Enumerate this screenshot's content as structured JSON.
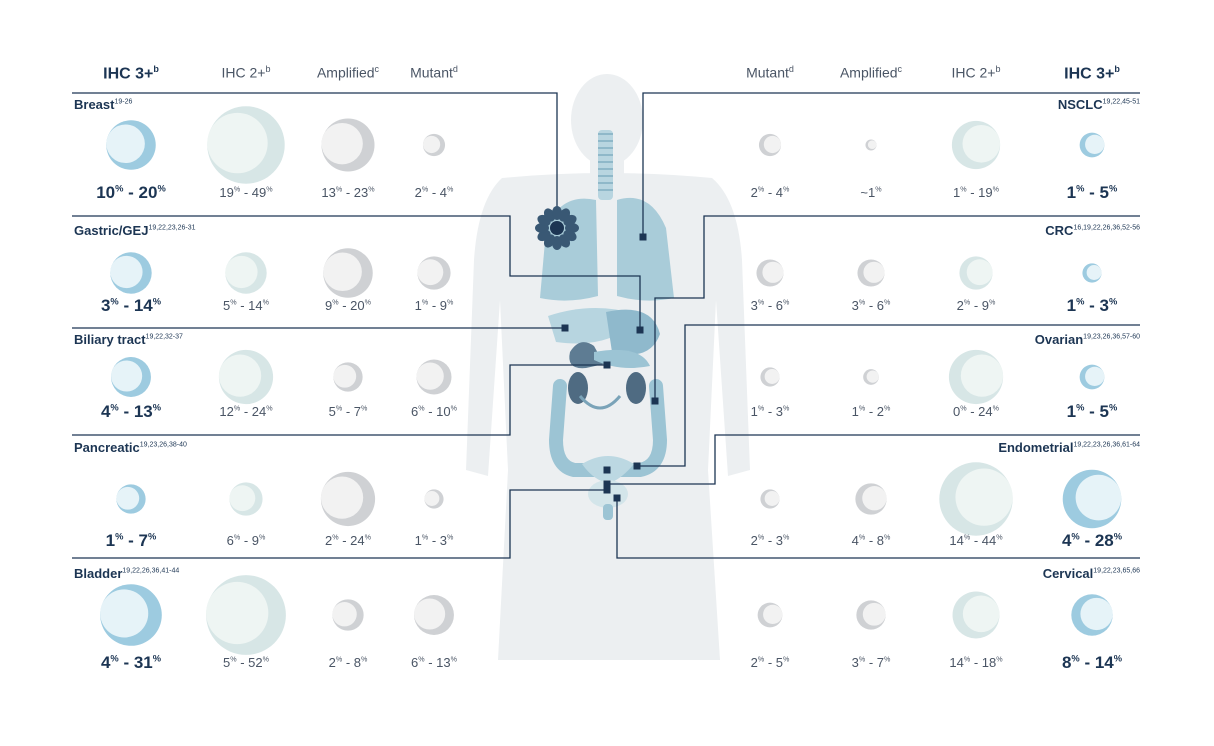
{
  "left": {
    "headers": [
      {
        "label": "IHC 3+",
        "sup": "b"
      },
      {
        "label": "IHC 2+",
        "sup": "b"
      },
      {
        "label": "Amplified",
        "sup": "c"
      },
      {
        "label": "Mutant",
        "sup": "d"
      }
    ],
    "rows": [
      {
        "name": "Breast",
        "refs": "19-26",
        "ranges": [
          [
            "10",
            "20"
          ],
          [
            "19",
            "49"
          ],
          [
            "13",
            "23"
          ],
          [
            "2",
            "4"
          ]
        ]
      },
      {
        "name": "Gastric/GEJ",
        "refs": "19,22,23,26-31",
        "ranges": [
          [
            "3",
            "14"
          ],
          [
            "5",
            "14"
          ],
          [
            "9",
            "20"
          ],
          [
            "1",
            "9"
          ]
        ]
      },
      {
        "name": "Biliary tract",
        "refs": "19,22,32-37",
        "ranges": [
          [
            "4",
            "13"
          ],
          [
            "12",
            "24"
          ],
          [
            "5",
            "7"
          ],
          [
            "6",
            "10"
          ]
        ]
      },
      {
        "name": "Pancreatic",
        "refs": "19,23,26,38-40",
        "ranges": [
          [
            "1",
            "7"
          ],
          [
            "6",
            "9"
          ],
          [
            "2",
            "24"
          ],
          [
            "1",
            "3"
          ]
        ]
      },
      {
        "name": "Bladder",
        "refs": "19,22,26,36,41-44",
        "ranges": [
          [
            "4",
            "31"
          ],
          [
            "5",
            "52"
          ],
          [
            "2",
            "8"
          ],
          [
            "6",
            "13"
          ]
        ]
      }
    ]
  },
  "right": {
    "headers": [
      {
        "label": "Mutant",
        "sup": "d"
      },
      {
        "label": "Amplified",
        "sup": "c"
      },
      {
        "label": "IHC 2+",
        "sup": "b"
      },
      {
        "label": "IHC 3+",
        "sup": "b"
      }
    ],
    "rows": [
      {
        "name": "NSCLC",
        "refs": "19,22,45-51",
        "ranges": [
          [
            "2",
            "4"
          ],
          [
            "~1",
            ""
          ],
          [
            "1",
            "19"
          ],
          [
            "1",
            "5"
          ]
        ]
      },
      {
        "name": "CRC",
        "refs": "16,19,22,26,36,52-56",
        "ranges": [
          [
            "3",
            "6"
          ],
          [
            "3",
            "6"
          ],
          [
            "2",
            "9"
          ],
          [
            "1",
            "3"
          ]
        ]
      },
      {
        "name": "Ovarian",
        "refs": "19,23,26,36,57-60",
        "ranges": [
          [
            "1",
            "3"
          ],
          [
            "1",
            "2"
          ],
          [
            "0",
            "24"
          ],
          [
            "1",
            "5"
          ]
        ]
      },
      {
        "name": "Endometrial",
        "refs": "19,22,23,26,36,61-64",
        "ranges": [
          [
            "2",
            "3"
          ],
          [
            "4",
            "8"
          ],
          [
            "14",
            "44"
          ],
          [
            "4",
            "28"
          ]
        ]
      },
      {
        "name": "Cervical",
        "refs": "19,22,23,65,66",
        "ranges": [
          [
            "2",
            "5"
          ],
          [
            "3",
            "7"
          ],
          [
            "14",
            "18"
          ],
          [
            "8",
            "14"
          ]
        ]
      }
    ]
  },
  "percent_symbol": "%",
  "colors": {
    "ihc3": "#9dcbe0",
    "ihc2": "#d7e6e6",
    "grey": "#cfd1d4",
    "lines": "#1c3553",
    "body": "#eceff1",
    "organs": "#a9ccd9"
  }
}
